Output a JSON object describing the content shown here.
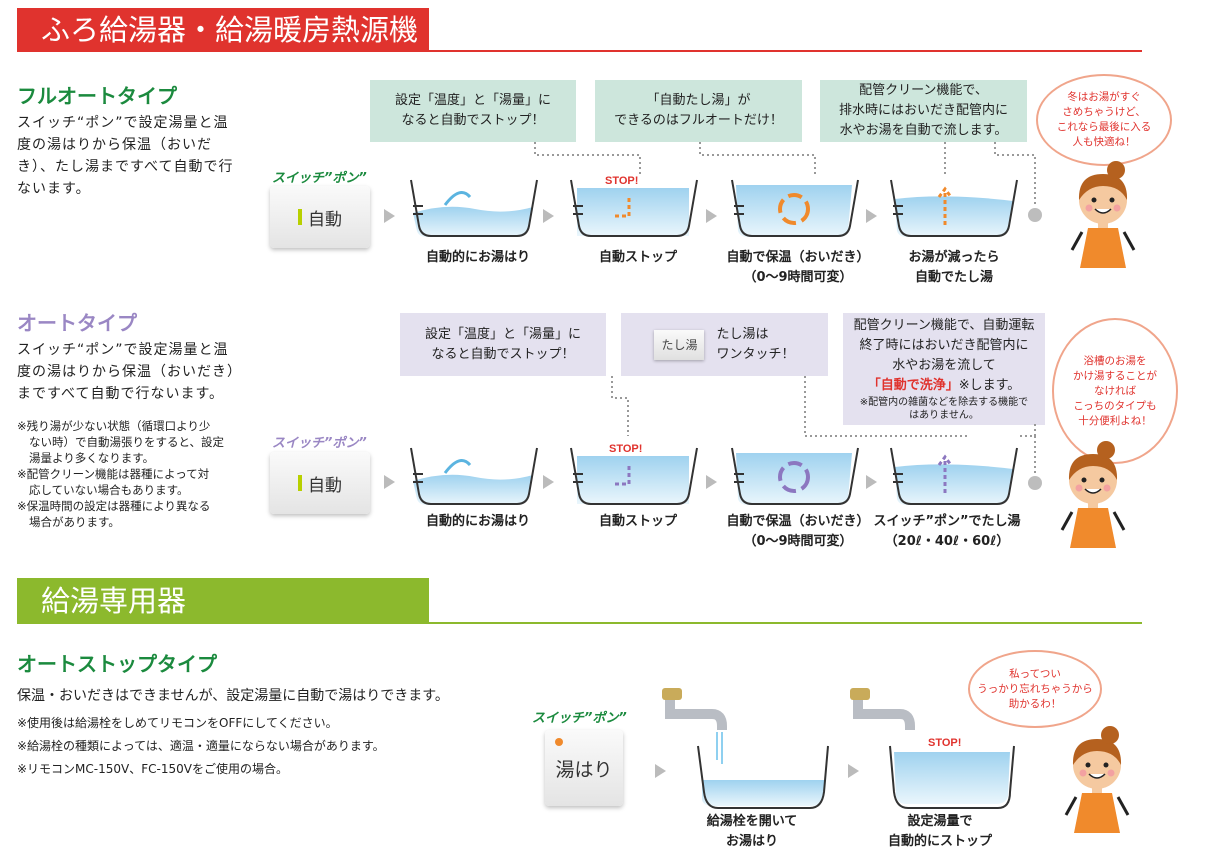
{
  "sections": {
    "boiler": "ふろ給湯器・給湯暖房熱源機",
    "water": "給湯専用器"
  },
  "full": {
    "title": "フルオートタイプ",
    "desc": [
      "スイッチ“ポン”で設定湯量と温",
      "度の湯はりから保温（おいだ",
      "き）、たし湯まですべて自動で行",
      "ないます。"
    ],
    "switch_label": "スイッチ”ポン”",
    "button": "自動",
    "boxes": [
      [
        "設定「温度」と「湯量」に",
        "なると自動でストップ！"
      ],
      [
        "「自動たし湯」が",
        "できるのはフルオートだけ！"
      ],
      [
        "配管クリーン機能で、",
        "排水時にはおいだき配管内に",
        "水やお湯を自動で流します。"
      ]
    ],
    "captions": [
      [
        "自動的にお湯はり"
      ],
      [
        "自動ストップ"
      ],
      [
        "自動で保温（おいだき）",
        "（0〜9時間可変）"
      ],
      [
        "お湯が減ったら",
        "自動でたし湯"
      ]
    ],
    "stop": "STOP!",
    "bubble": [
      "冬はお湯がすぐ",
      "さめちゃうけど、",
      "これなら最後に入る",
      "人も快適ね！"
    ]
  },
  "auto": {
    "title": "オートタイプ",
    "desc": [
      "スイッチ“ポン”で設定湯量と温",
      "度の湯はりから保温（おいだき）",
      "まですべて自動で行ないます。"
    ],
    "notes": [
      [
        "※残り湯が少ない状態（循環口より少",
        "ない時）で自動湯張りをすると、設定",
        "湯量より多くなります。"
      ],
      [
        "※配管クリーン機能は器種によって対",
        "応していない場合もあります。"
      ],
      [
        "※保温時間の設定は器種により異なる",
        "場合があります。"
      ]
    ],
    "switch_label": "スイッチ”ポン”",
    "button": "自動",
    "box1": [
      "設定「温度」と「湯量」に",
      "なると自動でストップ！"
    ],
    "box2_button": "たし湯",
    "box2": [
      "たし湯は",
      "ワンタッチ！"
    ],
    "box3": {
      "lines": [
        "配管クリーン機能で、自動運転",
        "終了時にはおいだき配管内に",
        "水やお湯を流して"
      ],
      "highlight": "「自動で洗浄」",
      "mark": "※",
      "tail": "します。",
      "note": [
        "※配管内の雑菌などを除去する機能で",
        "はありません。"
      ]
    },
    "captions": [
      [
        "自動的にお湯はり"
      ],
      [
        "自動ストップ"
      ],
      [
        "自動で保温（おいだき）",
        "（0〜9時間可変）"
      ],
      [
        "スイッチ”ポン”でたし湯",
        "（20ℓ・40ℓ・60ℓ）"
      ]
    ],
    "stop": "STOP!",
    "bubble": [
      "浴槽のお湯を",
      "かけ湯することが",
      "なければ",
      "こっちのタイプも",
      "十分便利よね！"
    ]
  },
  "stoponly": {
    "title": "オートストップタイプ",
    "desc": "保温・おいだきはできませんが、設定湯量に自動で湯はりできます。",
    "notes": [
      "※使用後は給湯栓をしめてリモコンをOFFにしてください。",
      "※給湯栓の種類によっては、適温・適量にならない場合があります。",
      "※リモコンMC-150V、FC-150Vをご使用の場合。"
    ],
    "switch_label": "スイッチ”ポン”",
    "button": "湯はり",
    "captions": [
      [
        "給湯栓を開いて",
        "お湯はり"
      ],
      [
        "設定湯量で",
        "自動的にストップ"
      ]
    ],
    "stop": "STOP!",
    "bubble": [
      "私ってつい",
      "うっかり忘れちゃうから",
      "助かるわ！"
    ]
  },
  "colors": {
    "red": "#e0332e",
    "green": "#8cb92d",
    "title_green": "#1b8a3e",
    "title_purple": "#9a87c4",
    "water": "#bfe0f2"
  }
}
